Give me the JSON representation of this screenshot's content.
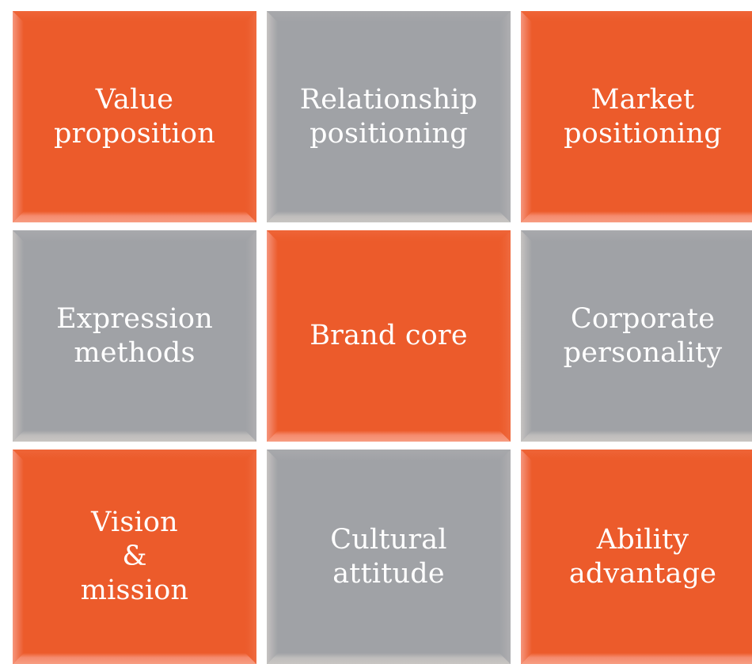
{
  "diagram": {
    "type": "grid-matrix",
    "rows": 3,
    "columns": 3,
    "background_color": "#FFFFFF",
    "colors": {
      "orange_fill": "#EC5B2B",
      "orange_bevel_highlight": "#F79D82",
      "grey_fill": "#A0A2A6",
      "grey_bevel_highlight": "#C8C5C2",
      "label_text": "#FFFFFF"
    },
    "tiles": [
      {
        "id": "value-proposition",
        "label": "Value\nproposition",
        "color": "orange",
        "row": 1,
        "column": 1
      },
      {
        "id": "relationship-positioning",
        "label": "Relationship\npositioning",
        "color": "grey",
        "row": 1,
        "column": 2
      },
      {
        "id": "market-positioning",
        "label": "Market\npositioning",
        "color": "orange",
        "row": 1,
        "column": 3
      },
      {
        "id": "expression-methods",
        "label": "Expression\nmethods",
        "color": "grey",
        "row": 2,
        "column": 1
      },
      {
        "id": "brand-core",
        "label": "Brand core",
        "color": "orange",
        "row": 2,
        "column": 2
      },
      {
        "id": "corporate-personality",
        "label": "Corporate\npersonality",
        "color": "grey",
        "row": 2,
        "column": 3
      },
      {
        "id": "vision-and-mission",
        "label": "Vision\n&\nmission",
        "color": "orange",
        "row": 3,
        "column": 1
      },
      {
        "id": "cultural-attitude",
        "label": "Cultural\nattitude",
        "color": "grey",
        "row": 3,
        "column": 2
      },
      {
        "id": "ability-advantage",
        "label": "Ability\nadvantage",
        "color": "orange",
        "row": 3,
        "column": 3
      }
    ]
  }
}
